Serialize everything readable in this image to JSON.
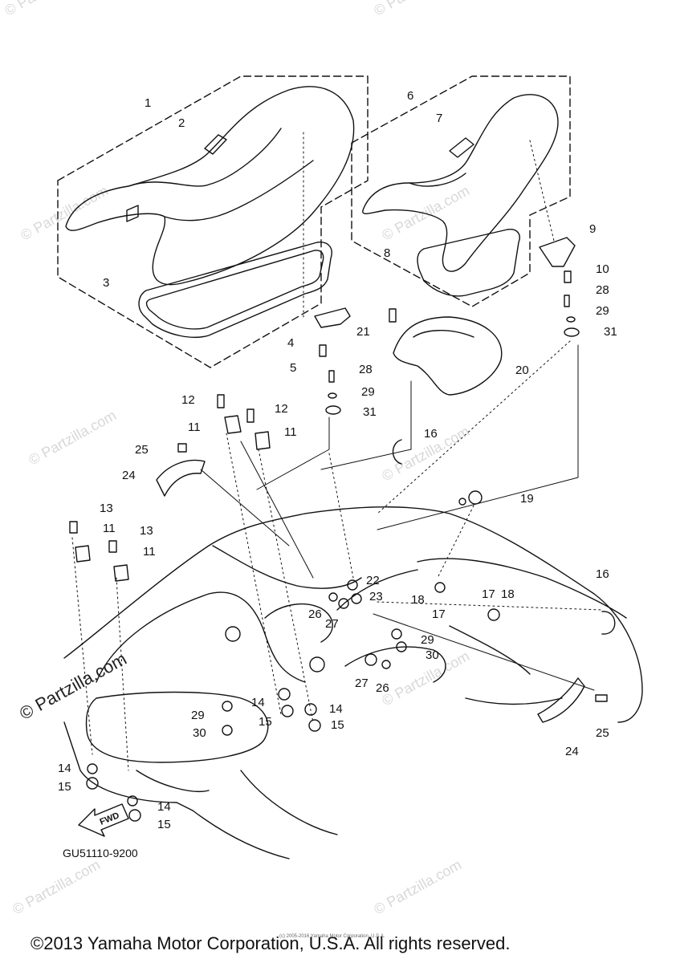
{
  "diagram": {
    "part_code": "GU51110-9200",
    "copyright": "©2013 Yamaha Motor Corporation, U.S.A. All rights reserved.",
    "small_print": "(c) 2005-2016 Yamaha Motor Corporation, U.S.A.",
    "side_watermark": "© Partzilla.com",
    "watermark_text": "© Partzilla.com",
    "fwd_label": "FWD",
    "callouts": [
      {
        "id": "c1",
        "text": "1"
      },
      {
        "id": "c2",
        "text": "2"
      },
      {
        "id": "c3",
        "text": "3"
      },
      {
        "id": "c4",
        "text": "4"
      },
      {
        "id": "c5",
        "text": "5"
      },
      {
        "id": "c6",
        "text": "6"
      },
      {
        "id": "c7",
        "text": "7"
      },
      {
        "id": "c8",
        "text": "8"
      },
      {
        "id": "c9",
        "text": "9"
      },
      {
        "id": "c10",
        "text": "10"
      },
      {
        "id": "c28a",
        "text": "28"
      },
      {
        "id": "c29a",
        "text": "29"
      },
      {
        "id": "c31a",
        "text": "31"
      },
      {
        "id": "c21",
        "text": "21"
      },
      {
        "id": "c20",
        "text": "20"
      },
      {
        "id": "c28b",
        "text": "28"
      },
      {
        "id": "c29b",
        "text": "29"
      },
      {
        "id": "c31b",
        "text": "31"
      },
      {
        "id": "c12a",
        "text": "12"
      },
      {
        "id": "c12b",
        "text": "12"
      },
      {
        "id": "c11a",
        "text": "11"
      },
      {
        "id": "c11b",
        "text": "11"
      },
      {
        "id": "c25a",
        "text": "25"
      },
      {
        "id": "c24a",
        "text": "24"
      },
      {
        "id": "c16a",
        "text": "16"
      },
      {
        "id": "c19",
        "text": "19"
      },
      {
        "id": "c13a",
        "text": "13"
      },
      {
        "id": "c11c",
        "text": "11"
      },
      {
        "id": "c13b",
        "text": "13"
      },
      {
        "id": "c11d",
        "text": "11"
      },
      {
        "id": "c22",
        "text": "22"
      },
      {
        "id": "c23",
        "text": "23"
      },
      {
        "id": "c18a",
        "text": "18"
      },
      {
        "id": "c17a",
        "text": "17"
      },
      {
        "id": "c26a",
        "text": "26"
      },
      {
        "id": "c27a",
        "text": "27"
      },
      {
        "id": "c16b",
        "text": "16"
      },
      {
        "id": "c17b",
        "text": "17"
      },
      {
        "id": "c18b",
        "text": "18"
      },
      {
        "id": "c29c",
        "text": "29"
      },
      {
        "id": "c30a",
        "text": "30"
      },
      {
        "id": "c27b",
        "text": "27"
      },
      {
        "id": "c26b",
        "text": "26"
      },
      {
        "id": "c14a",
        "text": "14"
      },
      {
        "id": "c15a",
        "text": "15"
      },
      {
        "id": "c14b",
        "text": "14"
      },
      {
        "id": "c15b",
        "text": "15"
      },
      {
        "id": "c29d",
        "text": "29"
      },
      {
        "id": "c30b",
        "text": "30"
      },
      {
        "id": "c25b",
        "text": "25"
      },
      {
        "id": "c24b",
        "text": "24"
      },
      {
        "id": "c14c",
        "text": "14"
      },
      {
        "id": "c15c",
        "text": "15"
      },
      {
        "id": "c14d",
        "text": "14"
      },
      {
        "id": "c15d",
        "text": "15"
      }
    ]
  }
}
